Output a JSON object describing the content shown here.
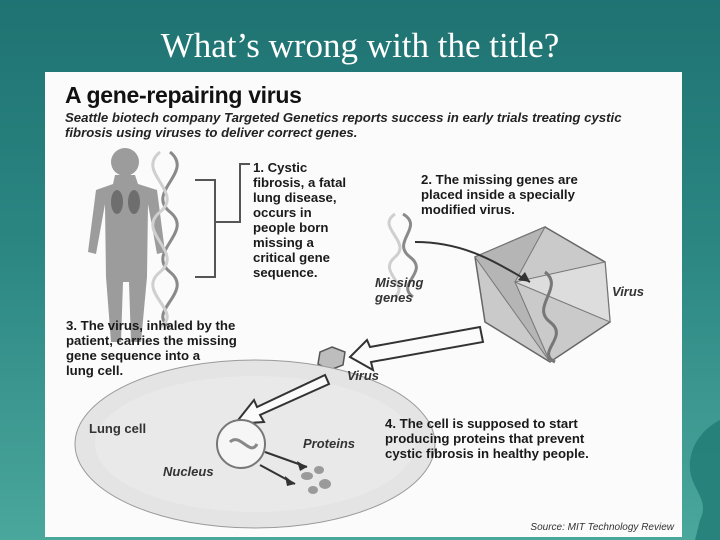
{
  "slide": {
    "title": "What’s wrong with the title?"
  },
  "figure": {
    "title": "A gene-repairing virus",
    "subtitle": "Seattle biotech company Targeted Genetics reports success in early trials treating cystic fibrosis using viruses to deliver correct genes.",
    "steps": [
      {
        "text": "1. Cystic\nfibrosis, a fatal\nlung disease,\noccurs in\npeople born\nmissing a\ncritical gene\nsequence."
      },
      {
        "text": "2. The missing genes are\nplaced inside a specially\nmodified virus."
      },
      {
        "text": "3. The virus, inhaled by the\npatient, carries the missing\ngene sequence into a\nlung cell."
      },
      {
        "text": "4. The cell is supposed to start\nproducing proteins that prevent\ncystic fibrosis in healthy people."
      }
    ],
    "labels": {
      "missing_genes": "Missing\ngenes",
      "virus_large": "Virus",
      "virus_small": "Virus",
      "lung_cell": "Lung cell",
      "proteins": "Proteins",
      "nucleus": "Nucleus"
    },
    "source": "Source: MIT Technology Review"
  },
  "colors": {
    "background": "#2b8682",
    "figure_bg": "#fbfbfb",
    "title_text": "#ffffff"
  }
}
